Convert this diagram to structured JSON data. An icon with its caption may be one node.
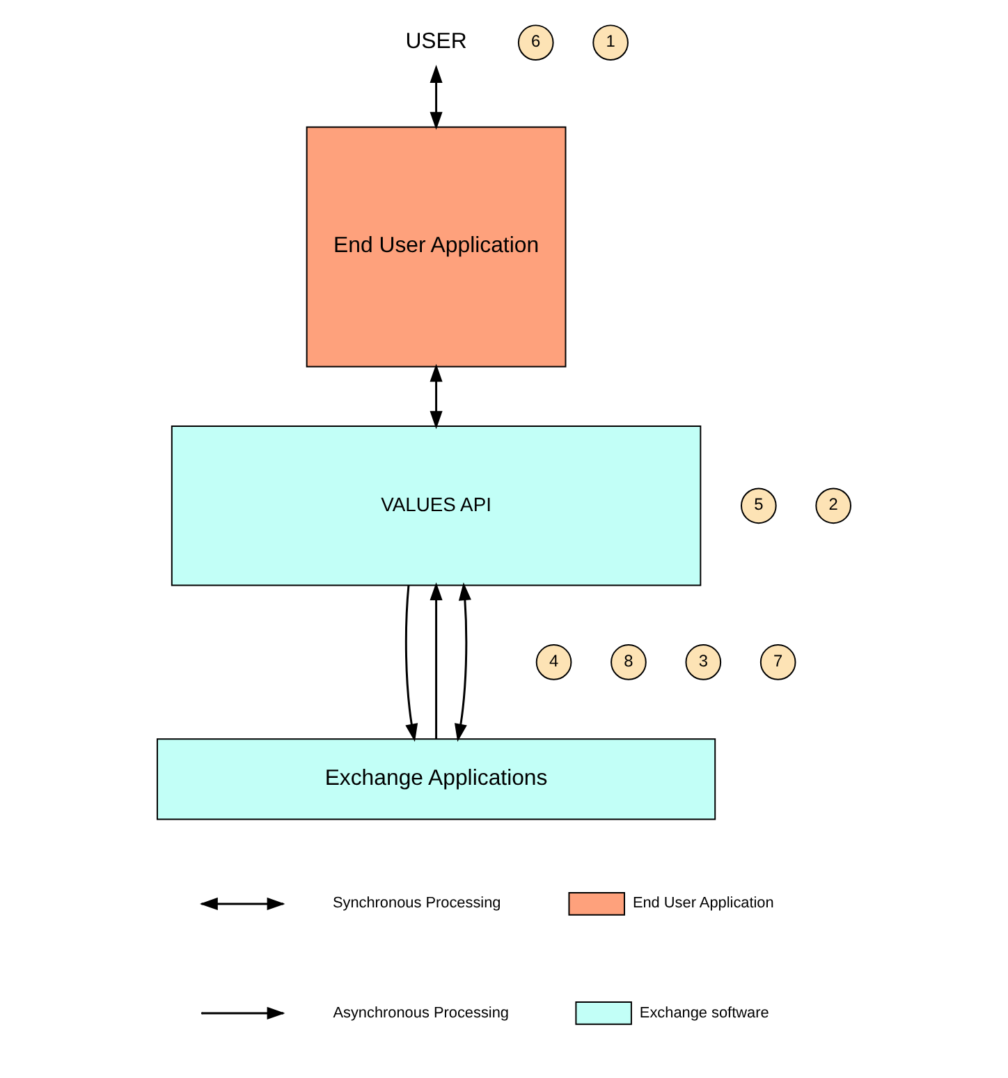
{
  "diagram": {
    "nodes": [
      {
        "text": [
          "USER"
        ]
      },
      {
        "text": [
          "End User Application"
        ]
      },
      {
        "text": [
          "VALUES API"
        ]
      },
      {
        "text": [
          "Exchange Applications"
        ]
      }
    ],
    "edges": [
      {
        "from": 0,
        "to": 1,
        "arrow": "both"
      },
      {
        "from": 1,
        "to": 2,
        "arrow": "both"
      },
      {
        "from": 2,
        "to": 3,
        "arrow": "to"
      },
      {
        "from": 3,
        "to": 2,
        "arrow": "to"
      },
      {
        "from": 2,
        "to": 3,
        "arrow": "both"
      }
    ],
    "labels": [
      "6",
      "1",
      "5",
      "2",
      "4",
      "8",
      "3",
      "7"
    ],
    "legend": [
      {
        "text": "End User Application",
        "color": "#fea17c"
      },
      {
        "text": "Exchange software",
        "color": "#c2fff7"
      },
      {
        "text": "Synchronous Processing"
      },
      {
        "text": "Asynchronous Processing"
      }
    ]
  }
}
